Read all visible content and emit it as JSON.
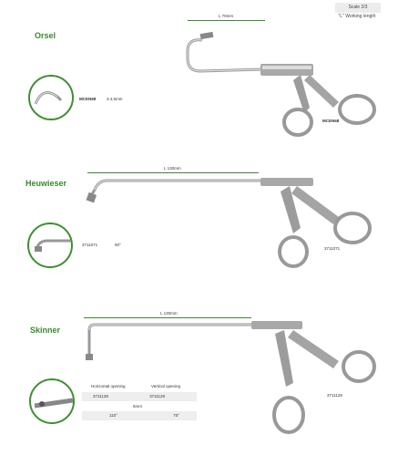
{
  "header": {
    "scale": "Scale 2/3",
    "working_length_note": "\"L\" Working length"
  },
  "products": [
    {
      "name": "Orsel",
      "working_length": "L 70mm",
      "code": "MCEN68",
      "spec": "3.4,5mm",
      "instrument_label": "MCEN68"
    },
    {
      "name": "Heuwieser",
      "working_length": "L 130mm",
      "code": "3711071",
      "angle": "90°",
      "instrument_label": "3711071"
    },
    {
      "name": "Skinner",
      "working_length": "L 130mm",
      "table": {
        "headers": [
          "Horizontal opening",
          "Vertical opening"
        ],
        "codes": [
          "3711128",
          "3711129"
        ],
        "size": "5mm",
        "angles": [
          "110°",
          "70°"
        ]
      },
      "instrument_label": "3711128"
    }
  ]
}
